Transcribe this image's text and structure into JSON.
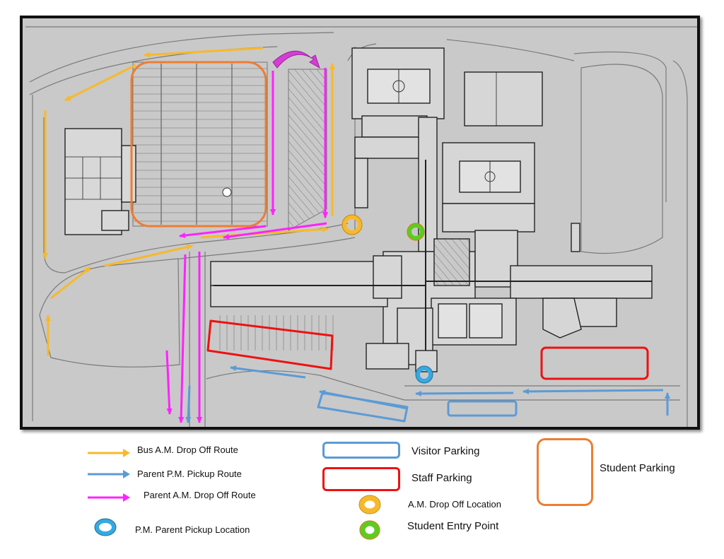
{
  "colors": {
    "bus_am_route": "#f7b92a",
    "parent_pm_route": "#5b9bd5",
    "parent_am_route": "#ff22ff",
    "visitor_parking": "#5b9bd5",
    "staff_parking": "#ee1111",
    "student_parking": "#ed7d31",
    "am_dropoff_location": "#f7b92a",
    "student_entry_point": "#5ecb21",
    "pm_pickup_location": "#36a9e1",
    "turnaround_arrow": "#d23fd2",
    "map_background": "#c9c9c9"
  },
  "legend": {
    "bus_am_route": "Bus A.M. Drop Off Route",
    "parent_pm_route": "Parent P.M. Pickup Route",
    "parent_am_route": "Parent A.M. Drop Off Route",
    "pm_pickup_location": "P.M.  Parent Pickup Location",
    "visitor_parking": "Visitor Parking",
    "staff_parking": "Staff Parking",
    "am_dropoff_location": "A.M. Drop Off Location",
    "student_entry_point": "Student Entry Point",
    "student_parking": "Student Parking"
  }
}
